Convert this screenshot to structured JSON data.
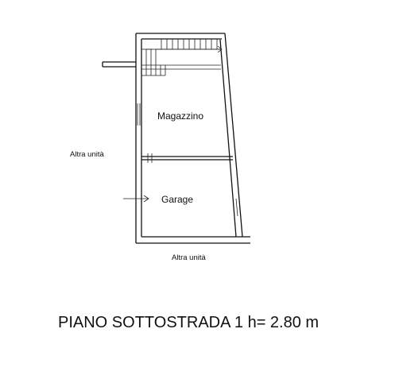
{
  "plan": {
    "rooms": {
      "storage": "Magazzino",
      "garage": "Garage"
    },
    "neighbor_left": "Altra unità",
    "neighbor_bottom": "Altra unità",
    "floor_title": "PIANO SOTTOSTRADA 1 h= 2.80 m"
  }
}
